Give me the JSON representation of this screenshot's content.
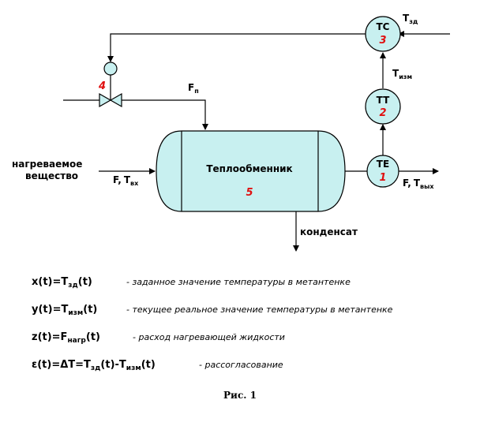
{
  "labels": {
    "heated_1": "нагреваемое",
    "heated_2": "вещество",
    "heat_exchanger": "Теплообменник",
    "condensate": "конденсат",
    "f_main": "F",
    "f_out": "F",
    "comma": ",",
    "t_main": "T",
    "t_in_sub": "вх",
    "t_out_main": "T",
    "t_out_sub": "вых",
    "fp_main": "F",
    "fp_sub": "п",
    "tzd_main": "T",
    "tzd_sub": "зд",
    "tizm_main": "T",
    "tizm_sub": "изм"
  },
  "nodes": {
    "tc": {
      "name": "TC",
      "number": "3"
    },
    "tt": {
      "name": "TT",
      "number": "2"
    },
    "te": {
      "name": "TE",
      "number": "1"
    },
    "valve_number": "4",
    "vessel_number": "5"
  },
  "equations": [
    {
      "lhs": "x(t)=T",
      "sub": "зд",
      "rhs": "(t)",
      "desc": "- заданное значение температуры в метантенке"
    },
    {
      "lhs": "y(t)=T",
      "sub": "изм",
      "rhs": "(t)",
      "desc": "- текущее реальное значение температуры в метантенке"
    },
    {
      "lhs": "z(t)=F",
      "sub": "нагр",
      "rhs": "(t)",
      "desc": "- расход нагревающей жидкости"
    },
    {
      "lhs": "ε(t)=ΔT=T",
      "sub": "зд",
      "mid": "(t)-T",
      "sub2": "изм",
      "rhs": "(t)",
      "desc": "- рассогласование"
    }
  ],
  "caption": "Рис. 1",
  "colors": {
    "fill": "#c8f0f0",
    "number": "#e01010",
    "line": "#000000"
  }
}
